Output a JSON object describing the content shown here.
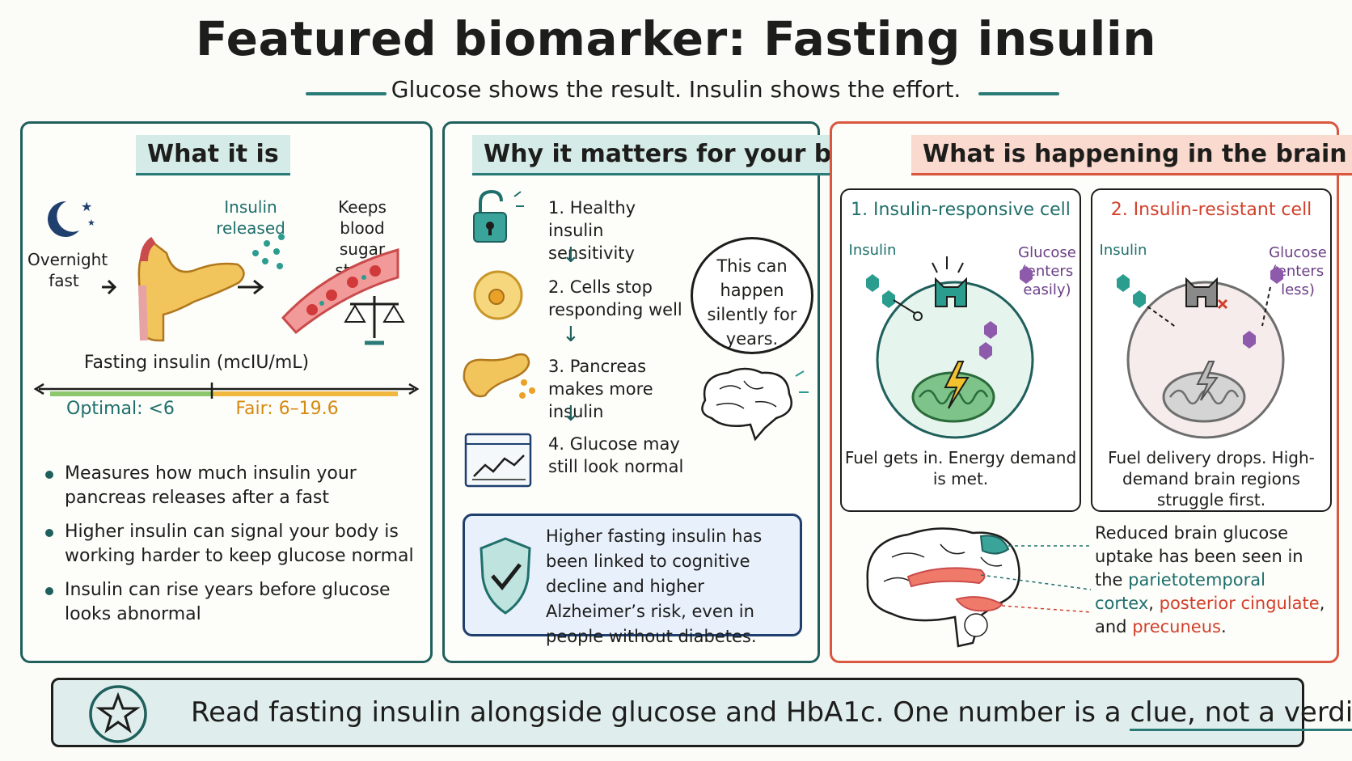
{
  "header": {
    "title": "Featured biomarker: Fasting insulin",
    "subtitle": "Glucose shows the result. Insulin shows the effort."
  },
  "panel1": {
    "title": "What it is",
    "labels": {
      "overnight": "Overnight fast",
      "insulin_released": "Insulin released",
      "keeps": "Keeps blood sugar steady"
    },
    "scale": {
      "title": "Fasting insulin (mcIU/mL)",
      "optimal": "Optimal: <6",
      "fair": "Fair: 6–19.6"
    },
    "bullets": [
      "Measures how much insulin your pancreas releases after a fast",
      "Higher insulin can signal your body is working harder to keep glucose normal",
      "Insulin can rise years before glucose looks abnormal"
    ]
  },
  "panel2": {
    "title": "Why it matters for your brain",
    "steps": [
      "1. Healthy insulin sensitivity",
      "2. Cells stop responding well",
      "3. Pancreas makes more insulin",
      "4. Glucose may still look normal"
    ],
    "bubble": "This can happen silently for years.",
    "callout": "Higher fasting insulin has been linked to cognitive decline and higher Alzheimer’s risk, even in people without diabetes."
  },
  "panel3": {
    "title": "What is happening in the brain",
    "cell1": {
      "title": "1. Insulin-responsive cell",
      "insulin": "Insulin",
      "glucose": "Glucose (enters easily)",
      "caption": "Fuel gets in. Energy demand is met."
    },
    "cell2": {
      "title": "2. Insulin-resistant cell",
      "insulin": "Insulin",
      "glucose": "Glucose (enters less)",
      "caption": "Fuel delivery drops. High-demand brain regions struggle first."
    },
    "brain_text": {
      "part1": "Reduced brain glucose uptake has been seen in the ",
      "region1": "parietotemporal cortex",
      "part2": ", ",
      "region2": "posterior cingulate",
      "part3": ", and ",
      "region3": "precuneus",
      "part4": "."
    }
  },
  "footer": {
    "text_start": "Read fasting insulin alongside glucose and HbA1c. One number is a ",
    "text_underlined": "clue, not a verdict."
  },
  "colors": {
    "teal": "#1f6f6b",
    "red": "#d23f2a",
    "orange": "#d58b12",
    "purple": "#6b3f86"
  }
}
